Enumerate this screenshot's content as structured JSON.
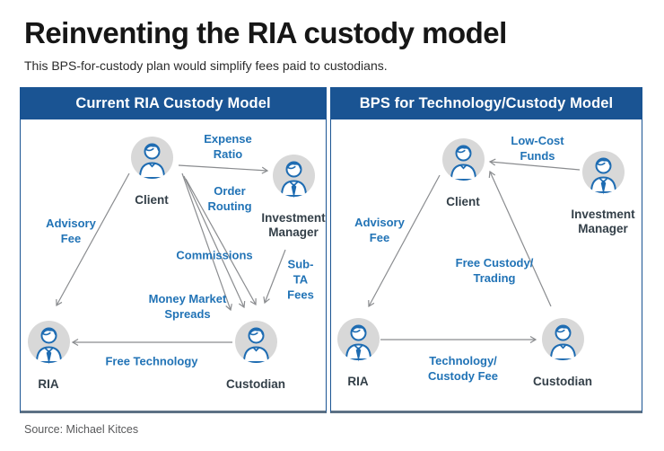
{
  "page": {
    "title": "Reinventing the RIA custody model",
    "subtitle": "This BPS-for-custody plan would simplify fees paid to custodians.",
    "source": "Source: Michael Kitces"
  },
  "colors": {
    "header_blue": "#1a5493",
    "flow_label_blue": "#2173b6",
    "icon_stroke_blue": "#1e6cb2",
    "node_label_dark": "#333f48",
    "arrow_gray": "#8a8c8f",
    "avatar_circle_gray": "#d8d8d8",
    "panel_bottom_edge": "#5d7185"
  },
  "panels": [
    {
      "title": "Current RIA Custody Model",
      "nodes": {
        "client": {
          "label": "Client"
        },
        "investment_manager": {
          "label": "Investment\nManager"
        },
        "ria": {
          "label": "RIA"
        },
        "custodian": {
          "label": "Custodian"
        }
      },
      "flows": {
        "expense_ratio": {
          "label": "Expense\nRatio",
          "from": "Client",
          "to": "Investment Manager"
        },
        "order_routing": {
          "label": "Order\nRouting",
          "from": "Client",
          "to": "Custodian"
        },
        "commissions": {
          "label": "Commissions",
          "from": "Client",
          "to": "Custodian"
        },
        "money_market_spreads": {
          "label": "Money Market\nSpreads",
          "from": "Client",
          "to": "Custodian"
        },
        "sub_ta_fees": {
          "label": "Sub-TA\nFees",
          "from": "Investment Manager",
          "to": "Custodian"
        },
        "advisory_fee": {
          "label": "Advisory\nFee",
          "from": "Client",
          "to": "RIA"
        },
        "free_technology": {
          "label": "Free Technology",
          "from": "Custodian",
          "to": "RIA"
        }
      }
    },
    {
      "title": "BPS for Technology/Custody Model",
      "nodes": {
        "client": {
          "label": "Client"
        },
        "investment_manager": {
          "label": "Investment\nManager"
        },
        "ria": {
          "label": "RIA"
        },
        "custodian": {
          "label": "Custodian"
        }
      },
      "flows": {
        "low_cost_funds": {
          "label": "Low-Cost\nFunds",
          "from": "Investment Manager",
          "to": "Client"
        },
        "advisory_fee": {
          "label": "Advisory\nFee",
          "from": "Client",
          "to": "RIA"
        },
        "free_custody_trading": {
          "label": "Free Custody/\nTrading",
          "from": "Custodian",
          "to": "Client"
        },
        "technology_custody_fee": {
          "label": "Technology/\nCustody Fee",
          "from": "RIA",
          "to": "Custodian"
        }
      }
    }
  ]
}
